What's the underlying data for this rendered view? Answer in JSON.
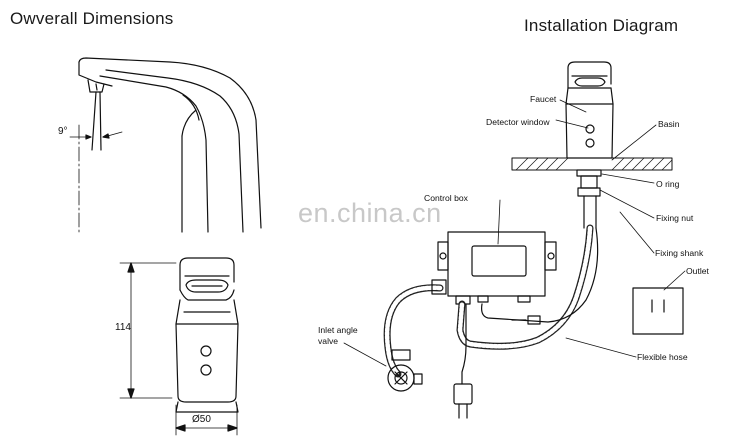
{
  "headings": {
    "overall": "Owverall Dimensions",
    "installation": "Installation Diagram"
  },
  "dimensions": {
    "angle": "9°",
    "height": "114",
    "diameter": "Ø50"
  },
  "labels": {
    "faucet": "Faucet",
    "detector_window": "Detector window",
    "basin": "Basin",
    "o_ring": "O ring",
    "control_box": "Control box",
    "fixing_nut": "Fixing nut",
    "fixing_shank": "Fixing shank",
    "outlet": "Outlet",
    "inlet_angle_valve": [
      "Inlet angle",
      "valve"
    ],
    "flexible_hose": "Flexible hose"
  },
  "watermark": "en.china.cn"
}
